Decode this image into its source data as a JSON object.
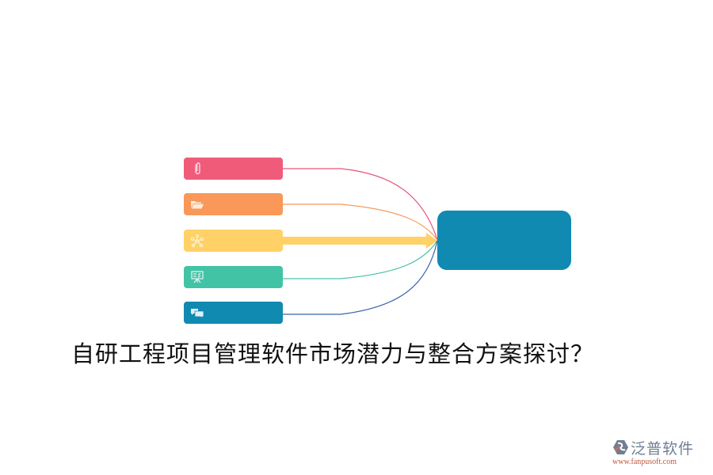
{
  "title": "自研工程项目管理软件市场潜力与整合方案探讨？",
  "diagram": {
    "nodes": [
      {
        "icon": "paperclip-icon",
        "color": "#f05b7a",
        "line_color": "#e7577a",
        "label": ""
      },
      {
        "icon": "folder-open-icon",
        "color": "#f99858",
        "line_color": "#f59a5e",
        "label": ""
      },
      {
        "icon": "network-icon",
        "color": "#ffd166",
        "line_color": "#ffd166",
        "label": ""
      },
      {
        "icon": "presentation-board-icon",
        "color": "#42c3a6",
        "line_color": "#4cc3a8",
        "label": ""
      },
      {
        "icon": "chat-bubbles-icon",
        "color": "#118ab2",
        "line_color": "#3a64a8",
        "label": ""
      }
    ],
    "hub": {
      "color": "#118ab2",
      "label": ""
    }
  },
  "logo": {
    "brand": "泛普软件",
    "url": "www.fanpusoft.com"
  }
}
